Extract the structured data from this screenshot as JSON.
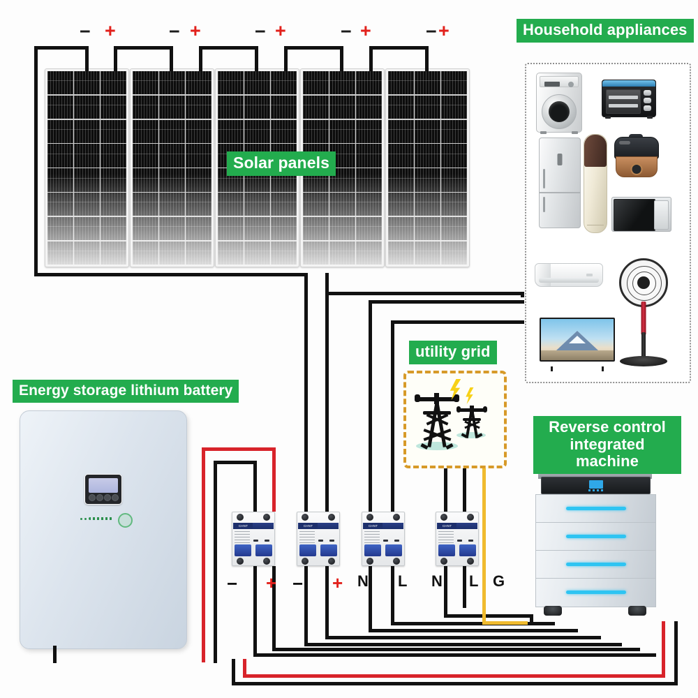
{
  "diagram": {
    "title": "Off-grid solar energy storage system wiring diagram",
    "accent_green": "#23ac4e",
    "wire_colors": {
      "dc_negative": "#111111",
      "dc_positive": "#d8232a",
      "ground": "#f0bb2e"
    }
  },
  "labels": {
    "solar_panels": "Solar panels",
    "household_appliances": "Household appliances",
    "energy_storage": "Energy storage lithium battery",
    "utility_grid": "utility grid",
    "reverse_control": "Reverse control\nintegrated machine"
  },
  "solar_array": {
    "panel_count": 5,
    "cell_columns": 3,
    "cell_rows": 8,
    "terminals": [
      {
        "negative": "−",
        "positive": "+"
      },
      {
        "negative": "−",
        "positive": "+"
      },
      {
        "negative": "−",
        "positive": "+"
      },
      {
        "negative": "−",
        "positive": "+"
      },
      {
        "negative": "−",
        "positive": "+"
      }
    ]
  },
  "breakers": [
    {
      "brand": "CHNT",
      "poles": 2,
      "terminal_left": "−",
      "terminal_right": "+"
    },
    {
      "brand": "CHNT",
      "poles": 2,
      "terminal_left": "−",
      "terminal_right": "+"
    },
    {
      "brand": "CHNT",
      "poles": 2,
      "terminal_left": "N",
      "terminal_right": "L"
    },
    {
      "brand": "CHNT",
      "poles": 2,
      "terminal_left": "N",
      "terminal_right": "L",
      "terminal_extra": "G"
    }
  ],
  "appliances": [
    {
      "name": "washing-machine"
    },
    {
      "name": "toaster-oven"
    },
    {
      "name": "refrigerator"
    },
    {
      "name": "tower-air-conditioner"
    },
    {
      "name": "rice-cooker"
    },
    {
      "name": "microwave-oven"
    },
    {
      "name": "split-air-conditioner"
    },
    {
      "name": "television"
    },
    {
      "name": "pedestal-fan"
    }
  ],
  "battery_unit": {
    "type": "wall-mounted lithium battery",
    "has_lcd": true,
    "button_count": 4,
    "status_led_color": "#2b8f4c",
    "power_ring_color": "#61b97f"
  },
  "tower_unit": {
    "type": "stacked reverse-control integrated machine",
    "module_count": 4,
    "led_bar_color": "#2ec4f2",
    "display_color": "#2fa8e8",
    "caster_count": 2
  },
  "grid_unit": {
    "pylon_count": 2,
    "bolt_count": 2,
    "bolt_color": "#f7d117",
    "border_color": "#d79a28",
    "border_style": "dashed"
  }
}
